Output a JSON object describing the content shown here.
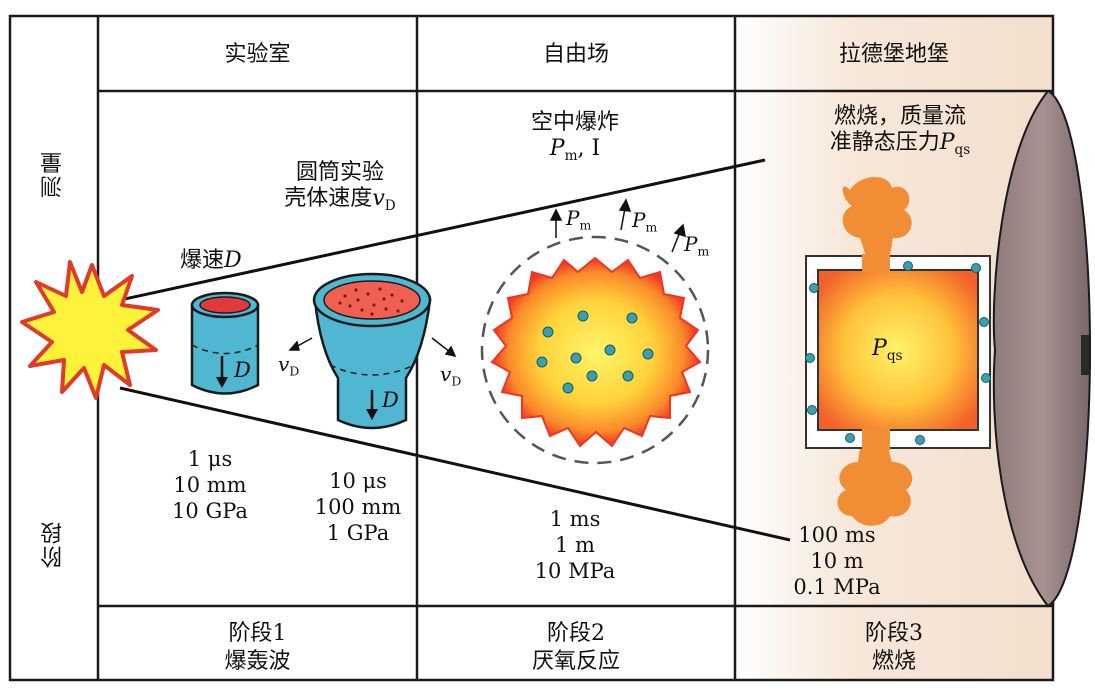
{
  "header": {
    "col1": "实验室",
    "col2": "自由场",
    "col3": "拉德堡地堡"
  },
  "side": {
    "measure": "测量",
    "stage": "阶段"
  },
  "measurements": {
    "cylinder_line1": "圆筒实验",
    "cylinder_line2_prefix": "壳体速度",
    "cylinder_symbol": "v",
    "cylinder_sub": "D",
    "air_line1": "空中爆炸",
    "air_symbol": "P",
    "air_sub": "m",
    "air_suffix": ", I",
    "combust_line1": "燃烧，质量流",
    "combust_line2_prefix": "准静态压力",
    "combust_symbol": "P",
    "combust_sub": "qs"
  },
  "diagram": {
    "det_velocity_prefix": "爆速",
    "det_velocity_symbol": "D",
    "pm_symbol": "P",
    "pm_sub": "m",
    "vd_symbol": "v",
    "vd_sub": "D",
    "d_symbol": "D",
    "pqs_symbol": "P",
    "pqs_sub": "qs"
  },
  "scales": {
    "s1": {
      "time": "1 μs",
      "length": "10 mm",
      "pressure": "10 GPa"
    },
    "s2": {
      "time": "10 μs",
      "length": "100 mm",
      "pressure": "1 GPa"
    },
    "s3": {
      "time": "1 ms",
      "length": "1 m",
      "pressure": "10 MPa"
    },
    "s4": {
      "time": "100 ms",
      "length": "10 m",
      "pressure": "0.1 MPa"
    }
  },
  "footer": {
    "p1_line1": "阶段1",
    "p1_line2": "爆轰波",
    "p2_line1": "阶段2",
    "p2_line2": "厌氧反应",
    "p3_line1": "阶段3",
    "p3_line2": "燃烧"
  },
  "colors": {
    "frame": "#1a1a1a",
    "bunker_tint": "#f6e6d8",
    "drum_wall": "#7f6e6e",
    "fireball_edge": "#ee3522",
    "fireball_core": "#fff36a",
    "cylinder": "#4fb7d2",
    "cylinder_fill": "#e23a3a",
    "plume": "#f08d35",
    "particle": "#3a9aaa"
  }
}
